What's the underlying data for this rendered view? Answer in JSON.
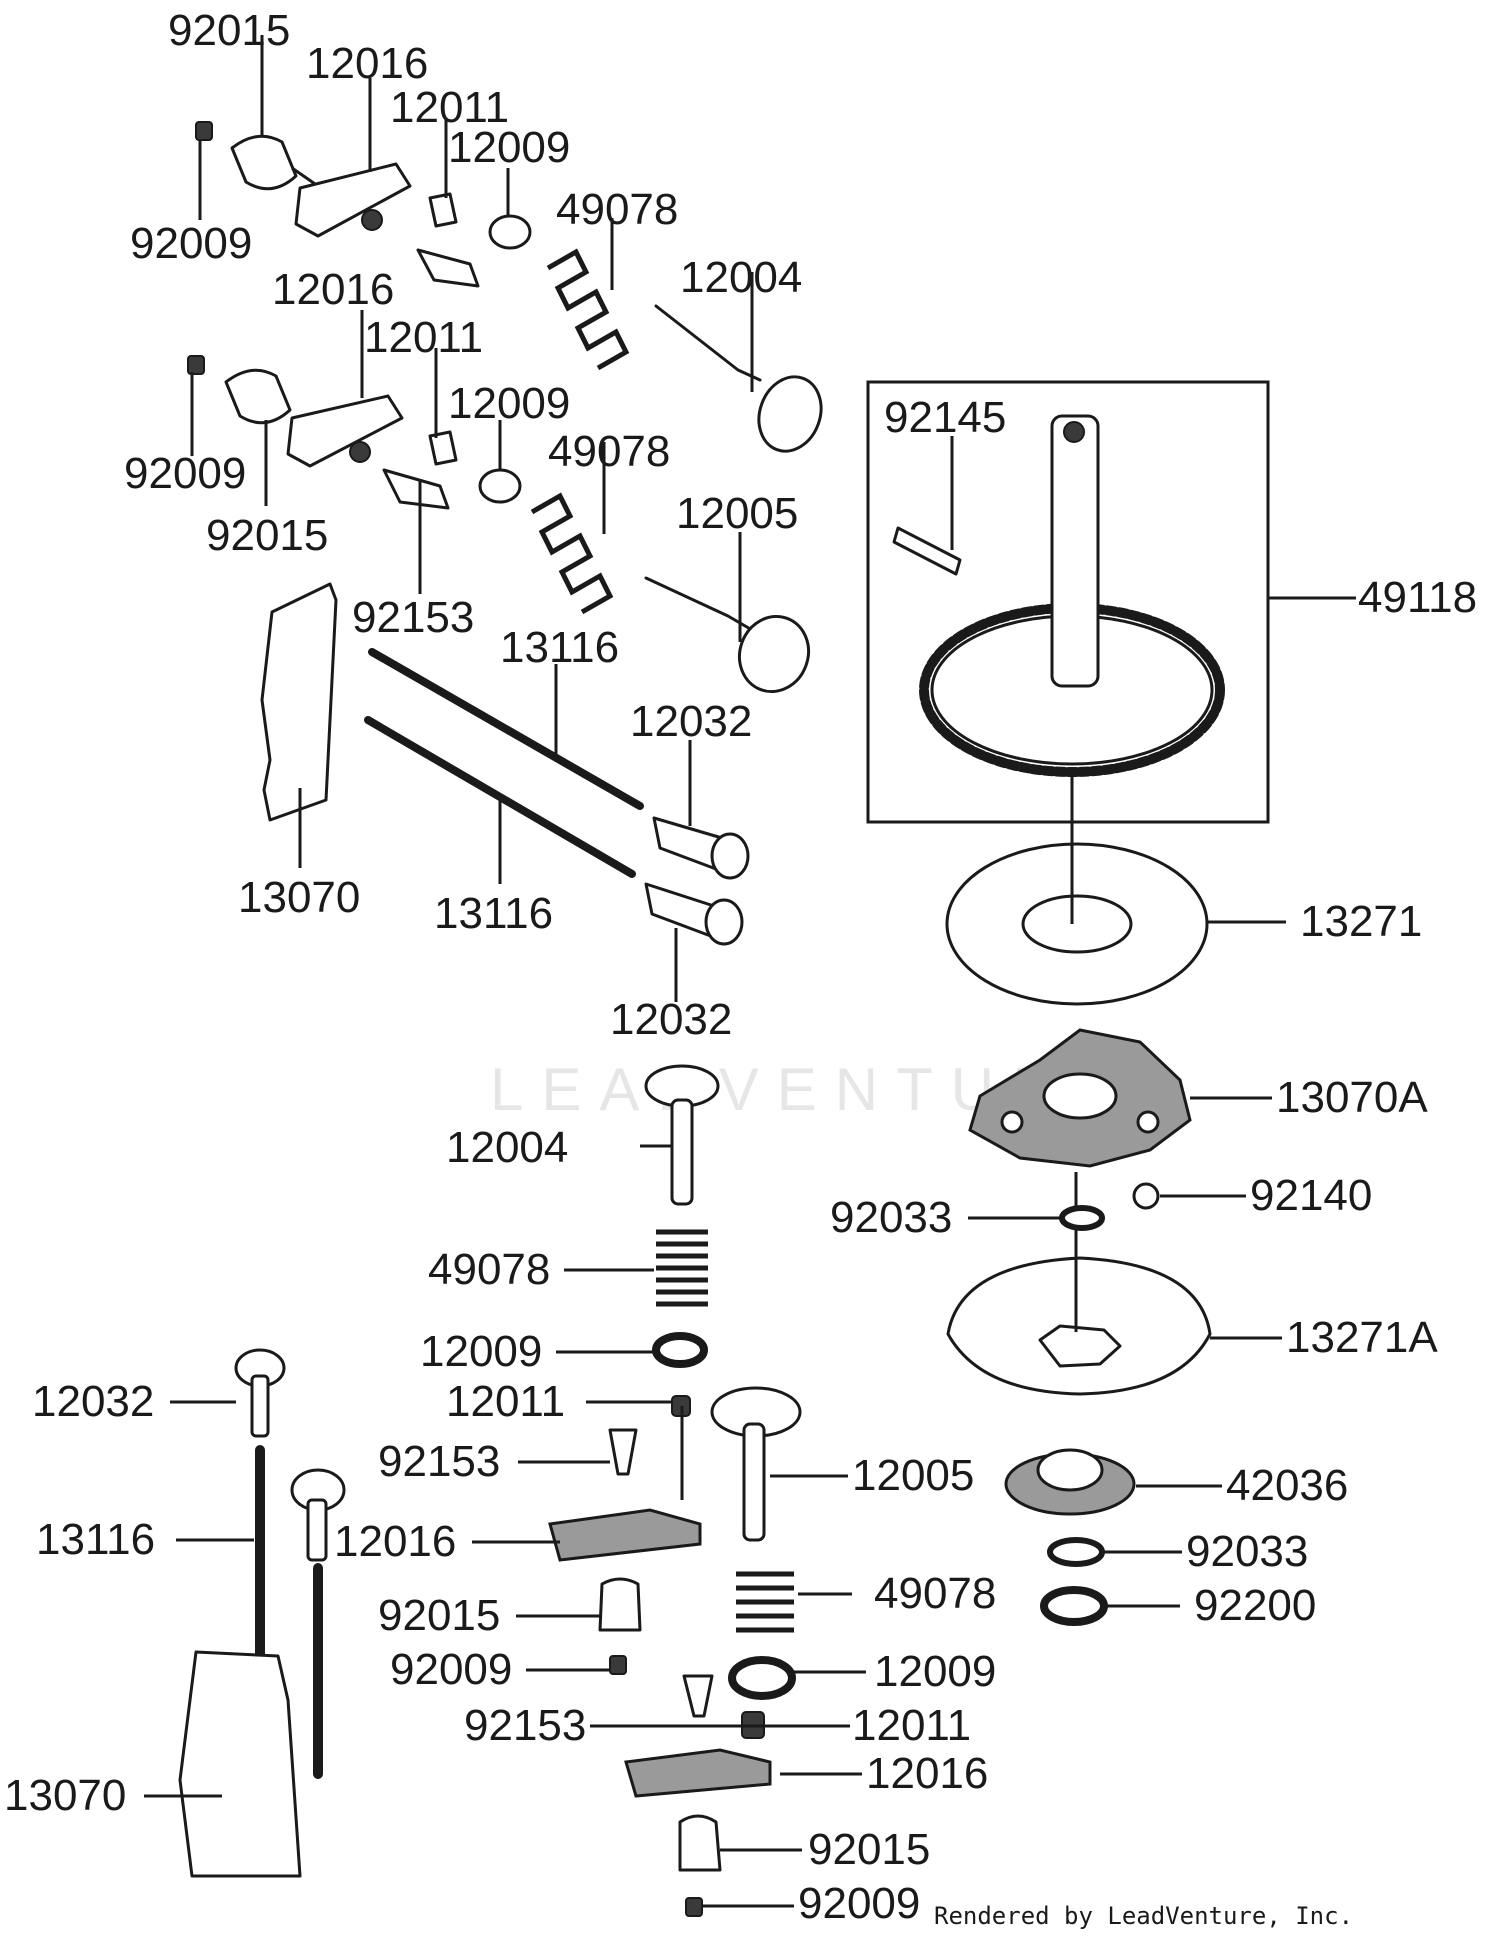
{
  "watermark": "LEADVENTURE",
  "footer": "Rendered by LeadVenture, Inc.",
  "callouts": [
    {
      "id": "92015"
    },
    {
      "id": "12016"
    },
    {
      "id": "12011"
    },
    {
      "id": "12009"
    },
    {
      "id": "92009"
    },
    {
      "id": "49078"
    },
    {
      "id": "12004"
    },
    {
      "id": "12016"
    },
    {
      "id": "12011"
    },
    {
      "id": "12009"
    },
    {
      "id": "92009"
    },
    {
      "id": "49078"
    },
    {
      "id": "92015"
    },
    {
      "id": "12005"
    },
    {
      "id": "92153"
    },
    {
      "id": "13116"
    },
    {
      "id": "12032"
    },
    {
      "id": "13070"
    },
    {
      "id": "13116"
    },
    {
      "id": "12032"
    },
    {
      "id": "92145"
    },
    {
      "id": "49118"
    },
    {
      "id": "13271"
    },
    {
      "id": "13070A"
    },
    {
      "id": "92140"
    },
    {
      "id": "92033"
    },
    {
      "id": "13271A"
    },
    {
      "id": "12004"
    },
    {
      "id": "49078"
    },
    {
      "id": "12009"
    },
    {
      "id": "12011"
    },
    {
      "id": "12032"
    },
    {
      "id": "92153"
    },
    {
      "id": "12005"
    },
    {
      "id": "13116"
    },
    {
      "id": "12016"
    },
    {
      "id": "42036"
    },
    {
      "id": "92033"
    },
    {
      "id": "92200"
    },
    {
      "id": "92015"
    },
    {
      "id": "49078"
    },
    {
      "id": "92009"
    },
    {
      "id": "12009"
    },
    {
      "id": "92153"
    },
    {
      "id": "12011"
    },
    {
      "id": "13070"
    },
    {
      "id": "12016"
    },
    {
      "id": "92015"
    },
    {
      "id": "92009"
    }
  ]
}
